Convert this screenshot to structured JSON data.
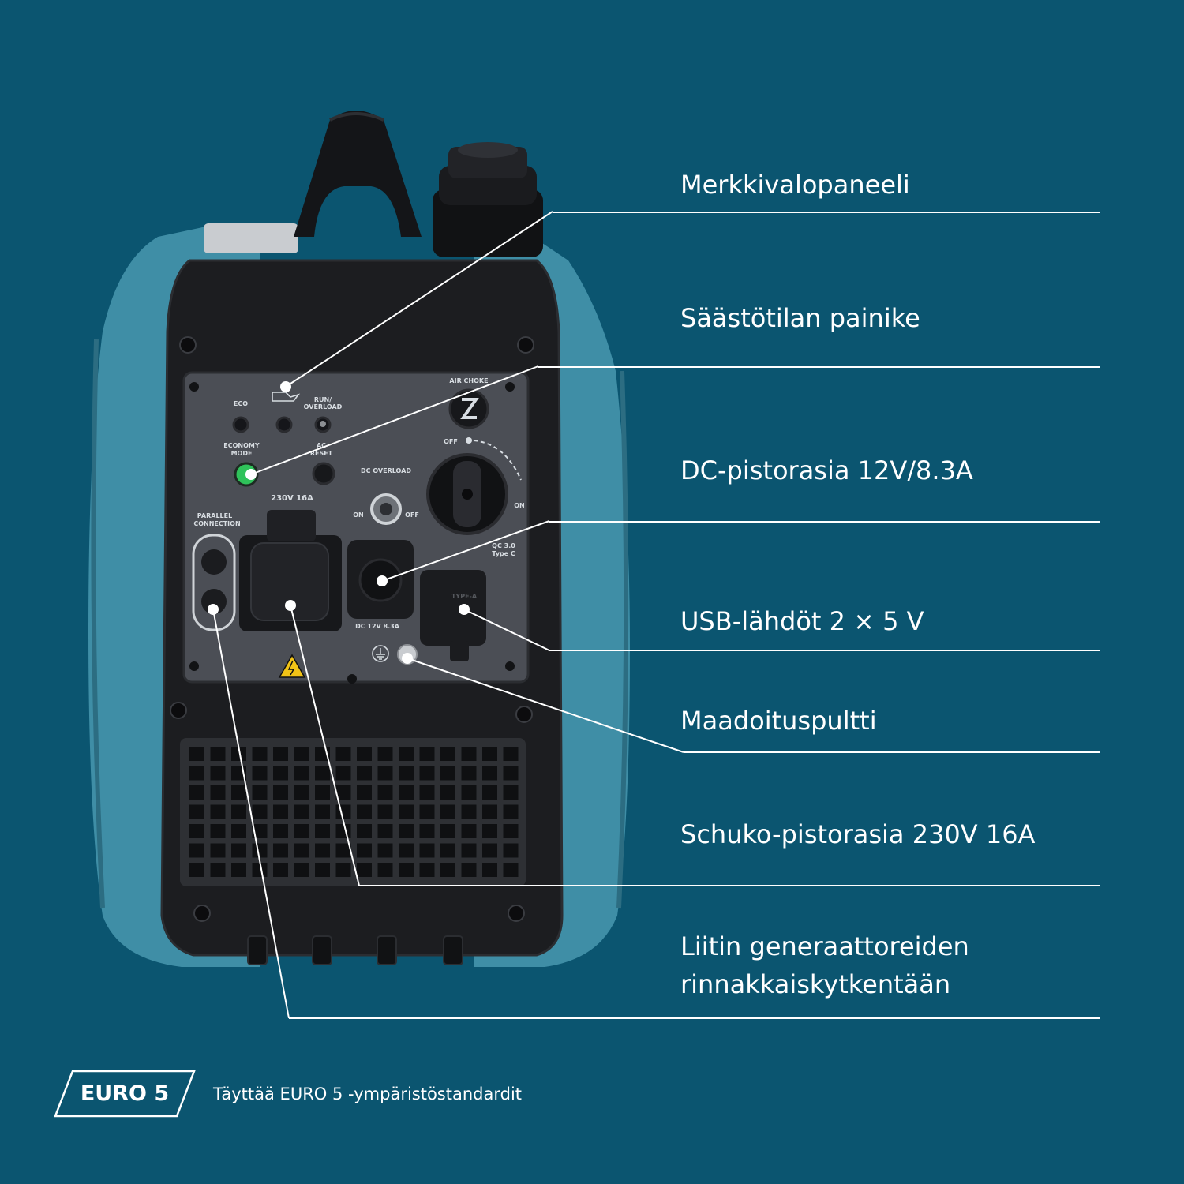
{
  "colors": {
    "background": "#0b5570",
    "accent_teal": "#3f8ea6",
    "body_black": "#1c1d20",
    "panel_grey": "#4b4e55",
    "indicator_green": "#2fc25a",
    "text": "#ffffff"
  },
  "callouts": [
    {
      "label": "Merkkivalopaneeli"
    },
    {
      "label": "Säästötilan painike"
    },
    {
      "label": "DC-pistorasia 12V/8.3A"
    },
    {
      "label": "USB-lähdöt 2 × 5 V"
    },
    {
      "label": "Maadoituspultti"
    },
    {
      "label": "Schuko-pistorasia 230V 16A"
    },
    {
      "label_line1": "Liitin generaattoreiden",
      "label_line2": "rinnakkaiskytkentään"
    }
  ],
  "panel_labels": {
    "eco": "ECO",
    "run_overload_1": "RUN/",
    "run_overload_2": "OVERLOAD",
    "economy_mode_1": "ECONOMY",
    "economy_mode_2": "MODE",
    "ac_reset_1": "AC",
    "ac_reset_2": "RESET",
    "air_choke": "AIR CHOKE",
    "off": "OFF",
    "on": "ON",
    "dc_overload": "DC OVERLOAD",
    "ac_rating": "230V 16A",
    "parallel_1": "PARALLEL",
    "parallel_2": "CONNECTION",
    "dc_rating": "DC 12V 8.3A",
    "qc_1": "QC 3.0",
    "qc_2": "Type C",
    "type_a": "TYPE-A"
  },
  "footer": {
    "badge": "EURO 5",
    "note": "Täyttää EURO 5 -ympäristöstandardit"
  }
}
